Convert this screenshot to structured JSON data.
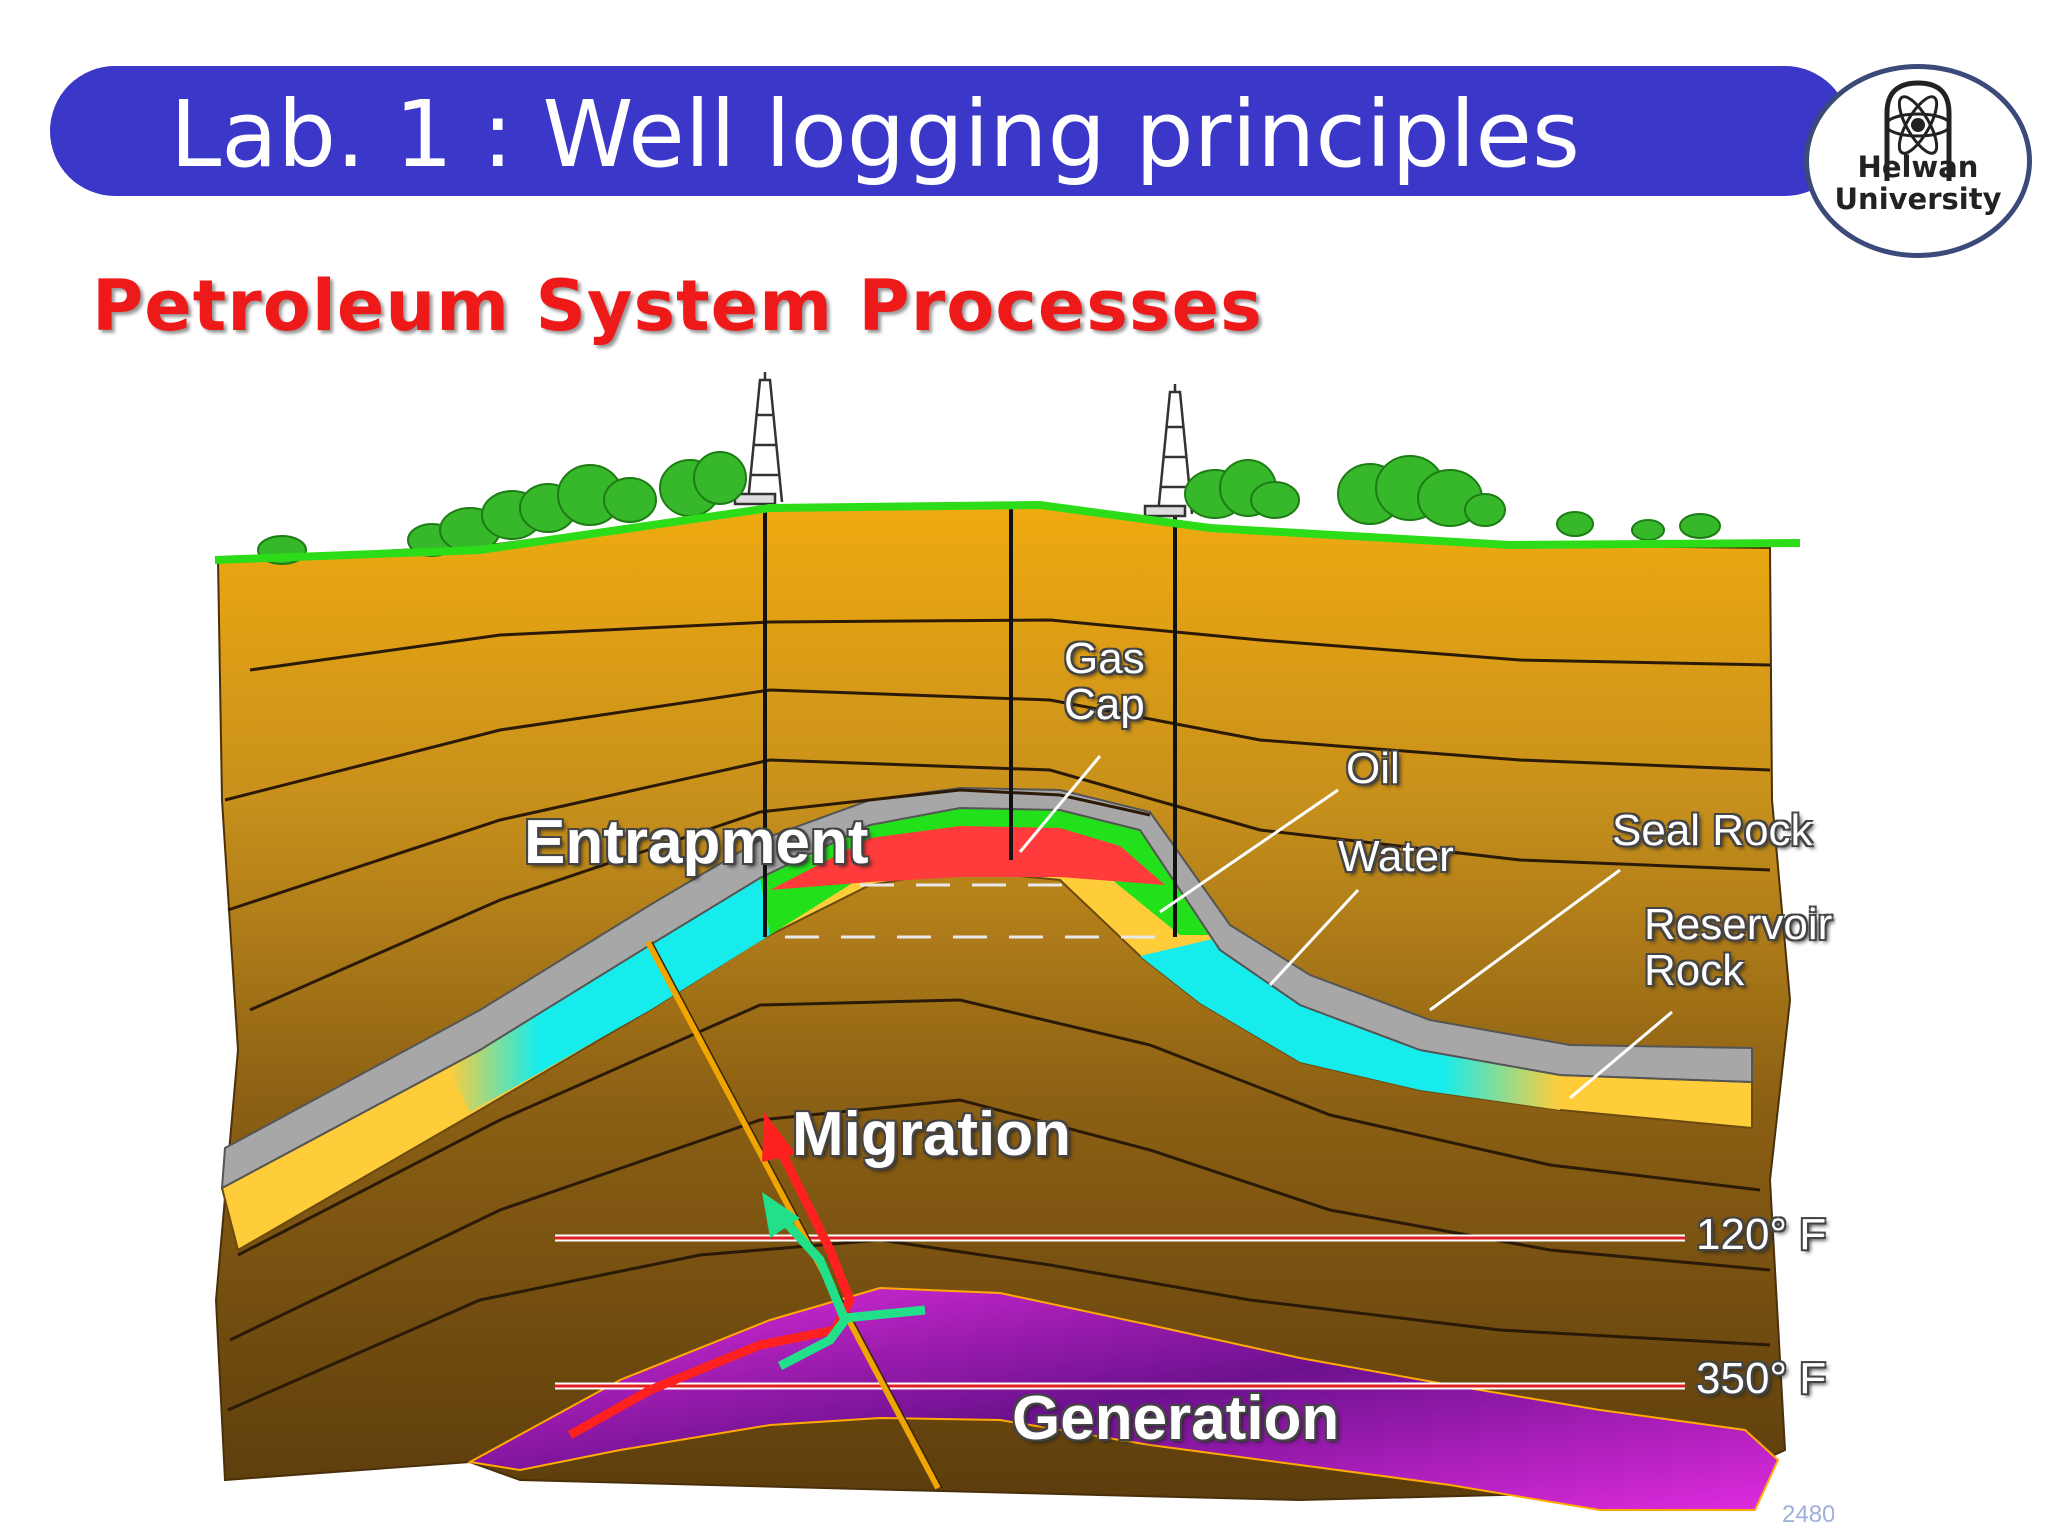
{
  "header": {
    "title": "Lab. 1 : Well logging principles",
    "logo_line1": "Helwan",
    "logo_line2": "University"
  },
  "slide": {
    "heading": "Petroleum System Processes"
  },
  "diagram": {
    "labels": {
      "entrapment": "Entrapment",
      "migration": "Migration",
      "generation": "Generation",
      "gas_cap_line1": "Gas",
      "gas_cap_line2": "Cap",
      "oil": "Oil",
      "water": "Water",
      "seal_rock": "Seal Rock",
      "reservoir_line1": "Reservoir",
      "reservoir_line2": "Rock",
      "temp_120": "120° F",
      "temp_350": "350° F"
    },
    "colors": {
      "gas": "#ff3b3b",
      "oil": "#22e01a",
      "water": "#16ecec",
      "seal": "#a7a7a7",
      "reservoir": "#ffcc3a",
      "source_rock": "#9a1bb0",
      "ground": "#37d21a"
    },
    "page_number": "2480"
  }
}
